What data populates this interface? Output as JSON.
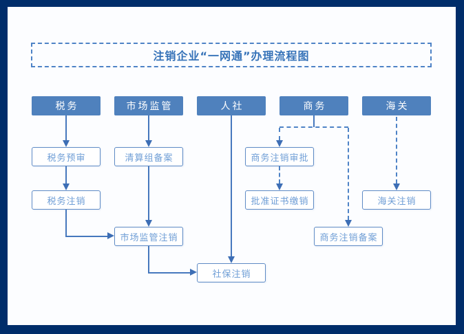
{
  "page": {
    "title": "注销企业“一网通”办理流程图"
  },
  "colors": {
    "page_border": "#002d6a",
    "canvas_bg": "#fcfdff",
    "header_fill": "#4f81bd",
    "header_text": "#ffffff",
    "box_border": "#5e8ac5",
    "box_text": "#6f9ed6",
    "title_text": "#3572b8",
    "line": "#4577bd",
    "arrow": "#3d6eb5",
    "dash": "#4d82c6"
  },
  "headers": [
    {
      "label": "税务"
    },
    {
      "label": "市场监管"
    },
    {
      "label": "人社"
    },
    {
      "label": "商务"
    },
    {
      "label": "海关"
    }
  ],
  "steps": [
    {
      "label": "税务预审"
    },
    {
      "label": "清算组备案"
    },
    {
      "label": "商务注销审批"
    },
    {
      "label": "税务注销"
    },
    {
      "label": "批准证书缴销"
    },
    {
      "label": "海关注销"
    },
    {
      "label": "市场监管注销"
    },
    {
      "label": "商务注销备案"
    },
    {
      "label": "社保注销"
    }
  ],
  "edges": [
    {
      "from": "税务",
      "to": "税务预审",
      "style": "solid"
    },
    {
      "from": "税务预审",
      "to": "税务注销",
      "style": "solid"
    },
    {
      "from": "税务注销",
      "to": "市场监管注销",
      "style": "solid"
    },
    {
      "from": "市场监管",
      "to": "清算组备案",
      "style": "solid"
    },
    {
      "from": "清算组备案",
      "to": "市场监管注销",
      "style": "solid"
    },
    {
      "from": "市场监管注销",
      "to": "社保注销",
      "style": "solid"
    },
    {
      "from": "人社",
      "to": "社保注销",
      "style": "solid"
    },
    {
      "from": "商务",
      "to": "商务注销审批",
      "style": "dashed"
    },
    {
      "from": "商务注销审批",
      "to": "批准证书缴销",
      "style": "dashed"
    },
    {
      "from": "商务",
      "to": "商务注销备案",
      "style": "dashed"
    },
    {
      "from": "海关",
      "to": "海关注销",
      "style": "dashed"
    }
  ]
}
